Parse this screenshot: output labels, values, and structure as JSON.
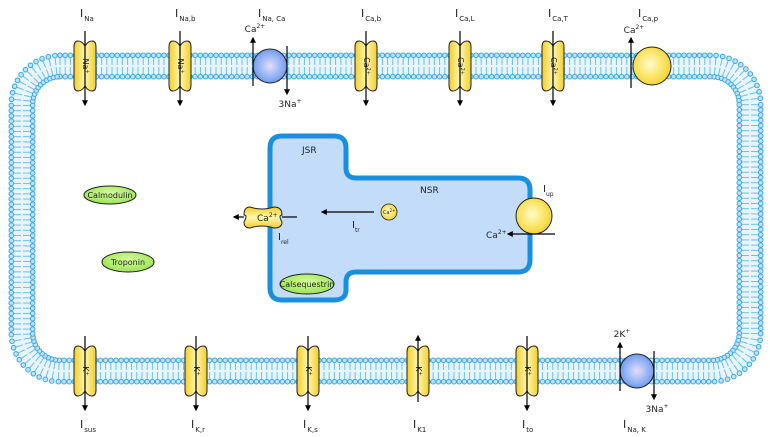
{
  "colors": {
    "membrane_head": "#5cb8ec",
    "membrane_tail": "#6ac0f0",
    "membrane_bg": "#e8f5fd",
    "channel_fill": "#f7e04a",
    "channel_fill_light": "#fff8b0",
    "channel_stroke": "#222222",
    "exchanger_fill": "#6f9cf0",
    "exchanger_light": "#dfe8ff",
    "sr_fill": "#c3dcfa",
    "sr_stroke": "#1a8fe0",
    "buffer_fill": "#9fec5a",
    "arrow": "#000000"
  },
  "top_currents": [
    {
      "id": "INa",
      "base": "I",
      "sub": "Na",
      "kind": "channel",
      "ion": "Na",
      "charge": "+",
      "direction": "in"
    },
    {
      "id": "INab",
      "base": "I",
      "sub": "Na,b",
      "kind": "channel",
      "ion": "Na",
      "charge": "+",
      "direction": "in"
    },
    {
      "id": "INaCa",
      "base": "I",
      "sub": "Na, Ca",
      "kind": "exchanger",
      "out_label": "Ca",
      "out_charge": "2+",
      "in_label": "3Na",
      "in_charge": "+"
    },
    {
      "id": "ICab",
      "base": "I",
      "sub": "Ca,b",
      "kind": "channel",
      "ion": "Ca",
      "charge": "2+",
      "direction": "in"
    },
    {
      "id": "ICaL",
      "base": "I",
      "sub": "Ca,L",
      "kind": "channel",
      "ion": "Ca",
      "charge": "2+",
      "direction": "in"
    },
    {
      "id": "ICaT",
      "base": "I",
      "sub": "Ca,T",
      "kind": "channel",
      "ion": "Ca",
      "charge": "2+",
      "direction": "in"
    },
    {
      "id": "ICap",
      "base": "I",
      "sub": "Ca,p",
      "kind": "pump",
      "out_label": "Ca",
      "out_charge": "2+"
    }
  ],
  "bottom_currents": [
    {
      "id": "Isus",
      "base": "I",
      "sub": "sus",
      "kind": "channel",
      "ion": "K",
      "charge": "+",
      "direction": "out"
    },
    {
      "id": "IKr",
      "base": "I",
      "sub": "K,r",
      "kind": "channel",
      "ion": "K",
      "charge": "+",
      "direction": "out"
    },
    {
      "id": "IKs",
      "base": "I",
      "sub": "K,s",
      "kind": "channel",
      "ion": "K",
      "charge": "+",
      "direction": "out"
    },
    {
      "id": "IK1",
      "base": "I",
      "sub": "K1",
      "kind": "channel",
      "ion": "K",
      "charge": "+",
      "direction": "up"
    },
    {
      "id": "Ito",
      "base": "I",
      "sub": "to",
      "kind": "channel",
      "ion": "K",
      "charge": "+",
      "direction": "out"
    },
    {
      "id": "INaK",
      "base": "I",
      "sub": "Na, K",
      "kind": "exchanger",
      "out_label": "2K",
      "out_charge": "+",
      "in_label": "3Na",
      "in_charge": "+"
    }
  ],
  "sr": {
    "jsr_label": "JSR",
    "nsr_label": "NSR",
    "release": {
      "base": "I",
      "sub": "rel",
      "ion": "Ca",
      "charge": "2+"
    },
    "transfer": {
      "base": "I",
      "sub": "tr",
      "ion": "Ca",
      "charge": "2+"
    },
    "uptake": {
      "base": "I",
      "sub": "up",
      "ion": "Ca",
      "charge": "2+"
    },
    "calsequestrin": "Calsequestrin"
  },
  "buffers": [
    {
      "id": "calmodulin",
      "label": "Calmodulin"
    },
    {
      "id": "troponin",
      "label": "Troponin"
    }
  ]
}
